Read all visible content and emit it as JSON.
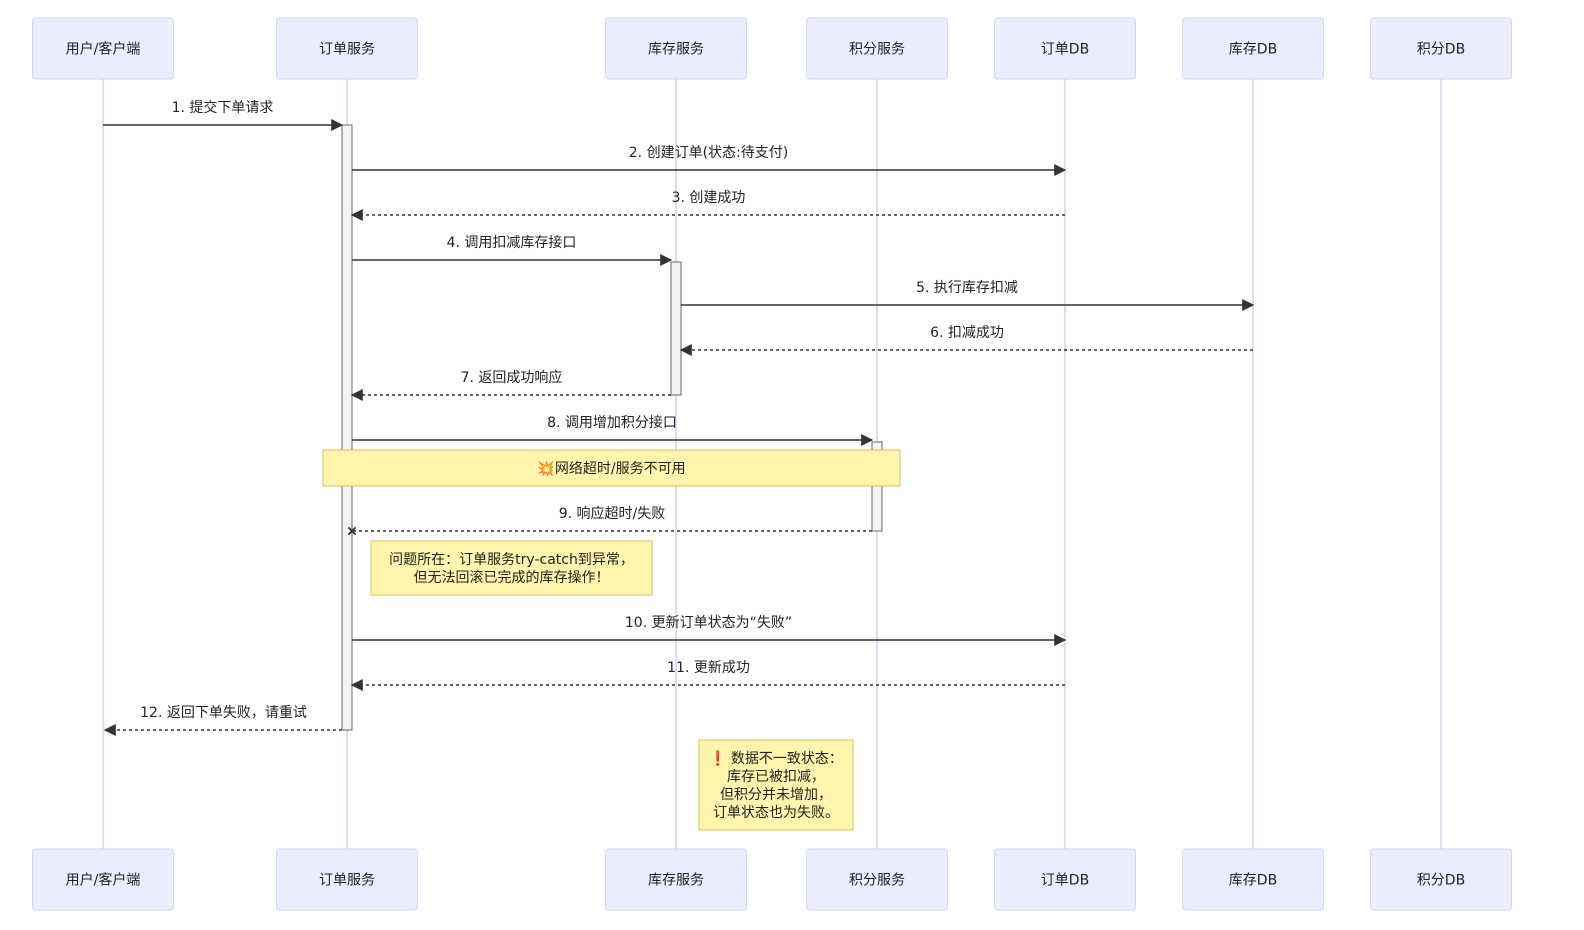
{
  "participants": [
    {
      "id": "client",
      "label": "用户/客户端"
    },
    {
      "id": "order",
      "label": "订单服务"
    },
    {
      "id": "stock",
      "label": "库存服务"
    },
    {
      "id": "points",
      "label": "积分服务"
    },
    {
      "id": "orderdb",
      "label": "订单DB"
    },
    {
      "id": "stockdb",
      "label": "库存DB"
    },
    {
      "id": "pointsdb",
      "label": "积分DB"
    }
  ],
  "messages": [
    {
      "from": "client",
      "to": "order",
      "label": "1. 提交下单请求",
      "style": "solid"
    },
    {
      "from": "order",
      "to": "orderdb",
      "label": "2. 创建订单(状态:待支付)",
      "style": "solid"
    },
    {
      "from": "orderdb",
      "to": "order",
      "label": "3. 创建成功",
      "style": "dashed"
    },
    {
      "from": "order",
      "to": "stock",
      "label": "4. 调用扣减库存接口",
      "style": "solid"
    },
    {
      "from": "stock",
      "to": "stockdb",
      "label": "5. 执行库存扣减",
      "style": "solid"
    },
    {
      "from": "stockdb",
      "to": "stock",
      "label": "6. 扣减成功",
      "style": "dashed"
    },
    {
      "from": "stock",
      "to": "order",
      "label": "7. 返回成功响应",
      "style": "dashed"
    },
    {
      "from": "order",
      "to": "points",
      "label": "8. 调用增加积分接口",
      "style": "solid"
    },
    {
      "from": "points",
      "to": "order",
      "label": "9. 响应超时/失败",
      "style": "dashed-cross"
    },
    {
      "from": "order",
      "to": "orderdb",
      "label": "10. 更新订单状态为“失败”",
      "style": "solid"
    },
    {
      "from": "orderdb",
      "to": "order",
      "label": "11. 更新成功",
      "style": "dashed"
    },
    {
      "from": "order",
      "to": "client",
      "label": "12. 返回下单失败，请重试",
      "style": "dashed"
    }
  ],
  "notes": [
    {
      "id": "network-note",
      "lines": [
        "💥网络超时/服务不可用"
      ]
    },
    {
      "id": "problem-note",
      "lines": [
        "问题所在：订单服务try-catch到异常，",
        "但无法回滚已完成的库存操作！"
      ]
    },
    {
      "id": "inconsistency-note",
      "lines": [
        "❗ 数据不一致状态：",
        "库存已被扣减，",
        "但积分并未增加，",
        "订单状态也为失败。"
      ]
    }
  ],
  "colors": {
    "actor_fill": "#ececff",
    "note_fill": "#fff5ad",
    "line": "#333333"
  }
}
